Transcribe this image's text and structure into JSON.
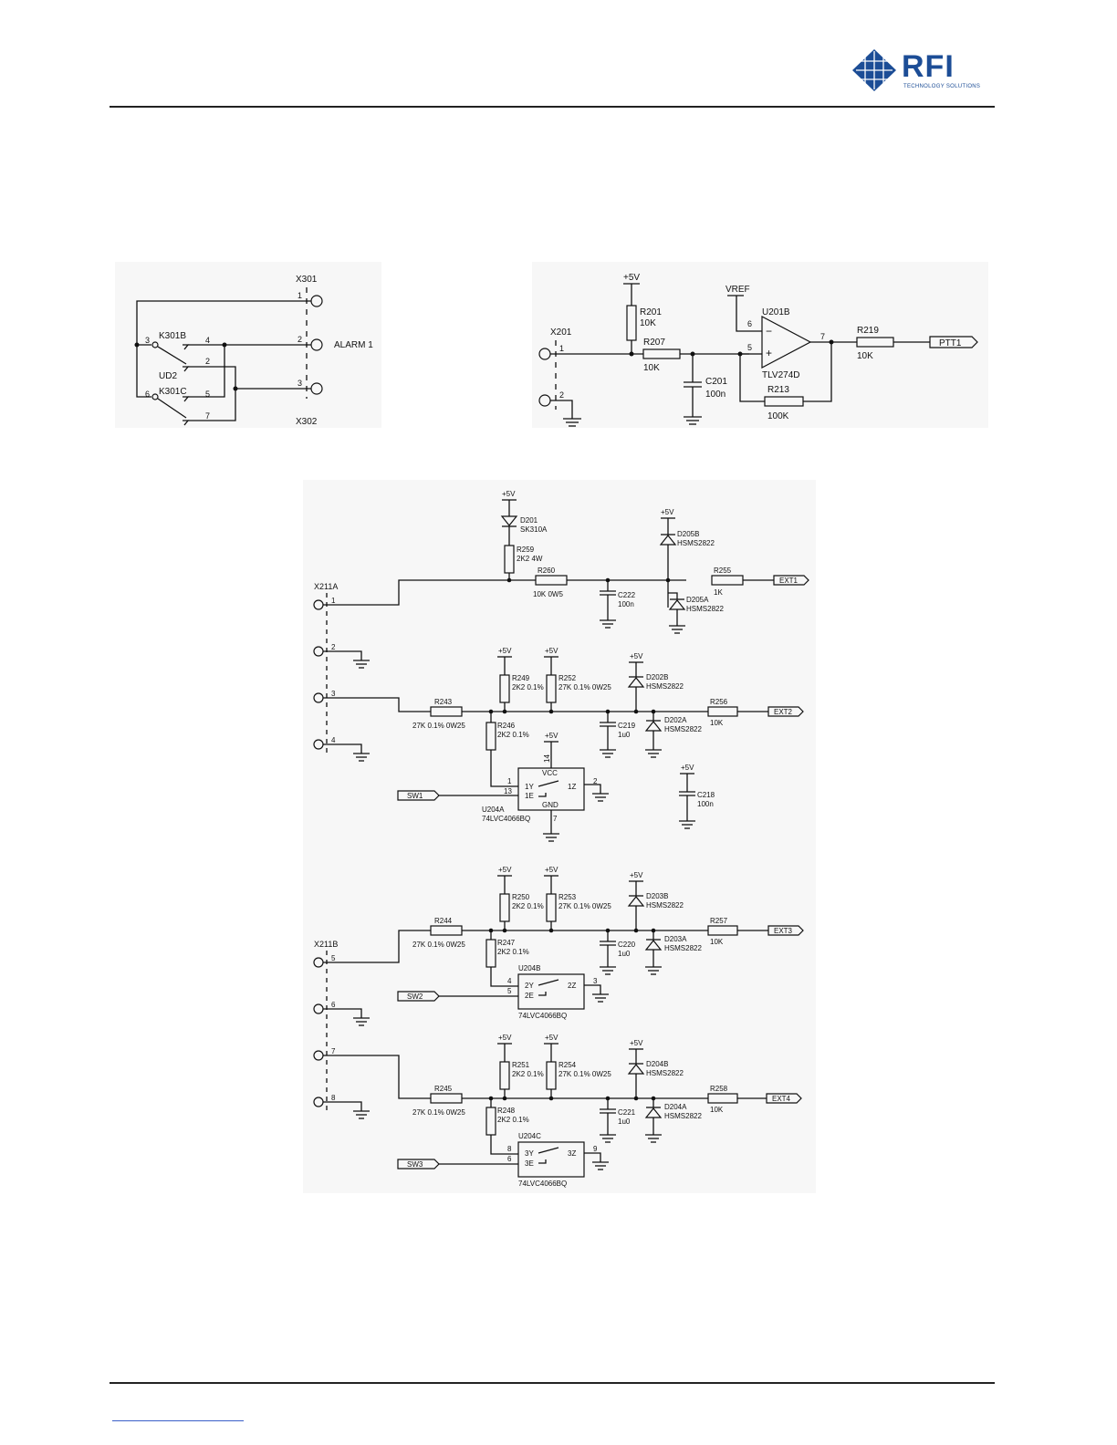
{
  "header": {
    "logo_text": "RFI",
    "logo_subtext": "TECHNOLOGY SOLUTIONS",
    "logo_icon": "rfi-globe-icon"
  },
  "alarm_circuit": {
    "x301": "X301",
    "x302": "X302",
    "k301b": "K301B",
    "k301c": "K301C",
    "ud2": "UD2",
    "alarm": "ALARM 1",
    "pins": [
      "1",
      "2",
      "3",
      "3",
      "4",
      "2",
      "6",
      "5",
      "7"
    ]
  },
  "ptt_circuit": {
    "plus5v": "+5V",
    "vref": "VREF",
    "x201": "X201",
    "r201": "R201",
    "r201_val": "10K",
    "r207": "R207",
    "r207_val": "10K",
    "c201": "C201",
    "c201_val": "100n",
    "u201b": "U201B",
    "tlv": "TLV274D",
    "r213": "R213",
    "r213_val": "100K",
    "r219": "R219",
    "r219_val": "10K",
    "ptt1": "PTT1",
    "pins": [
      "1",
      "2",
      "6",
      "5",
      "7"
    ],
    "minus": "−",
    "plus": "+"
  },
  "ext_circuit": {
    "plus5v": "+5V",
    "x211a": "X211A",
    "x211b": "X211B",
    "conn_pins": [
      "1",
      "2",
      "3",
      "4",
      "5",
      "6",
      "7",
      "8"
    ],
    "d201": "D201",
    "sk310a": "SK310A",
    "r259": "R259",
    "r259_val": "2K2 4W",
    "r260": "R260",
    "r260_val": "10K 0W5",
    "c222": "C222",
    "c222_val": "100n",
    "d205b": "D205B",
    "d205a": "D205A",
    "hsms": "HSMS2822",
    "r255": "R255",
    "r255_val": "1K",
    "ext1": "EXT1",
    "ext2": "EXT2",
    "ext3": "EXT3",
    "ext4": "EXT4",
    "sw1": "SW1",
    "sw2": "SW2",
    "sw3": "SW3",
    "r243": "R243",
    "r244": "R244",
    "r245": "R245",
    "val_27k_0w25": "27K 0.1% 0W25",
    "r246": "R246",
    "r247": "R247",
    "r248": "R248",
    "val_2k2": "2K2 0.1%",
    "r249": "R249",
    "r250": "R250",
    "r251": "R251",
    "r252": "R252",
    "r253": "R253",
    "r254": "R254",
    "r256": "R256",
    "r257": "R257",
    "r258": "R258",
    "val_10k": "10K",
    "c219": "C219",
    "c220": "C220",
    "c221": "C221",
    "val_1u0": "1u0",
    "c218": "C218",
    "c218_val": "100n",
    "d202b": "D202B",
    "d202a": "D202A",
    "d203b": "D203B",
    "d203a": "D203A",
    "d204b": "D204B",
    "d204a": "D204A",
    "u204a": "U204A",
    "u204b": "U204B",
    "u204c": "U204C",
    "ic": "74LVC4066BQ",
    "vcc": "VCC",
    "gnd": "GND",
    "sw_a": {
      "y": "1Y",
      "e": "1E",
      "z": "1Z",
      "pin_y": "1",
      "pin_e": "13",
      "pin_z": "2",
      "pin_vcc": "14",
      "pin_gnd": "7"
    },
    "sw_b": {
      "y": "2Y",
      "e": "2E",
      "z": "2Z",
      "pin_y": "4",
      "pin_e": "5",
      "pin_z": "3"
    },
    "sw_c": {
      "y": "3Y",
      "e": "3E",
      "z": "3Z",
      "pin_y": "8",
      "pin_e": "6",
      "pin_z": "9"
    }
  }
}
